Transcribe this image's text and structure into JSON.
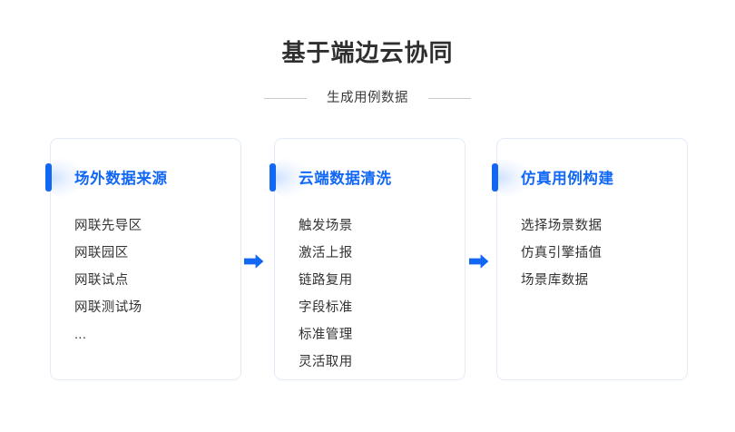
{
  "header": {
    "title": "基于端边云协同",
    "subtitle": "生成用例数据"
  },
  "colors": {
    "accent": "#1268f5",
    "title_text": "#2f2f2f",
    "body_text": "#333333",
    "card_border": "#e4ebf7",
    "divider": "#c9c9c9",
    "background": "#ffffff"
  },
  "flow": {
    "cards": [
      {
        "title": "场外数据来源",
        "items": [
          "网联先导区",
          "网联园区",
          "网联试点",
          "网联测试场",
          "..."
        ]
      },
      {
        "title": "云端数据清洗",
        "items": [
          "触发场景",
          "激活上报",
          "链路复用",
          "字段标准",
          "标准管理",
          "灵活取用"
        ]
      },
      {
        "title": "仿真用例构建",
        "items": [
          "选择场景数据",
          "仿真引擎插值",
          "场景库数据"
        ]
      }
    ],
    "connectors": [
      {
        "icon": "arrow-right-icon"
      },
      {
        "icon": "arrow-right-icon"
      }
    ]
  }
}
